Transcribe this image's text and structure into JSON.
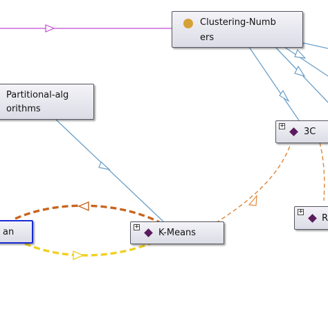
{
  "nodes": {
    "clustering_numbers": {
      "line1": "Clustering-Numb",
      "line2": "ers"
    },
    "partitional": {
      "line1": "Partitional-alg",
      "line2": "orithms"
    },
    "three_c": {
      "label": "3C"
    },
    "k_means": {
      "label": "K-Means"
    },
    "left_node": {
      "label": "an"
    },
    "right_node": {
      "label": "R"
    }
  },
  "expand_glyph": "+",
  "colors": {
    "subclass_edge": "#6a9fc8",
    "property_edge_purple": "#c04ad6",
    "orange_edge": "#e08a40",
    "dark_orange_edge": "#c8641e",
    "yellow_edge": "#f0d020",
    "class_dot": "#d4a236",
    "individual_diamond": "#5a1c5c",
    "selected_border": "#1a2bd6"
  }
}
